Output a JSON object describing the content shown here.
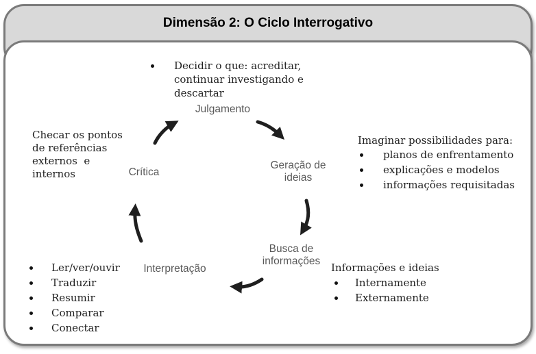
{
  "header": {
    "title": "Dimensão 2: O Ciclo Interrogativo"
  },
  "cycle": {
    "nodes": {
      "julgamento": "Julgamento",
      "geracao": "Geração de\nideias",
      "busca": "Busca de\ninformações",
      "interpretacao": "Interpretação",
      "critica": "Crítica"
    },
    "arrows": [
      "critica-to-julgamento",
      "julgamento-to-geracao",
      "geracao-to-busca",
      "busca-to-interpretacao",
      "interpretacao-to-critica"
    ]
  },
  "notes": {
    "julgamento_list": {
      "items": [
        "Decidir o que: acreditar, continuar investigando e descartar"
      ]
    },
    "critica_note": {
      "text": "Checar os pontos\nde referências\nexternos  e\ninternos"
    },
    "geracao_note": {
      "heading": "Imaginar possibilidades para:",
      "items": [
        "planos de enfrentamento",
        "explicações e modelos",
        "informações requisitadas"
      ]
    },
    "busca_note": {
      "heading": "Informações e ideias",
      "items": [
        "Internamente",
        "Externamente"
      ]
    },
    "interpretacao_list": {
      "items": [
        "Ler/ver/ouvir",
        "Traduzir",
        "Resumir",
        "Comparar",
        "Conectar"
      ]
    }
  },
  "colors": {
    "banner_fill": "#d9d9d9",
    "border": "#7a7a7a",
    "node_label": "#595959",
    "body_text": "#1f1f1f",
    "arrow": "#1f1f1f"
  }
}
